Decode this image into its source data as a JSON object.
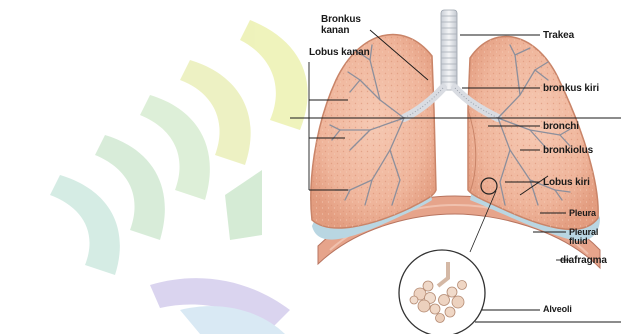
{
  "labels": {
    "bronkus_kanan_line1": "Bronkus",
    "bronkus_kanan_line2": "kanan",
    "lobus_kanan": "Lobus kanan",
    "trakea": "Trakea",
    "bronkus_kiri": "bronkus kiri",
    "bronchi": "bronchi",
    "bronkiolus": "bronkiolus",
    "lobus_kiri": "Lobus kiri",
    "pleura": "Pleura",
    "pleural_fluid_line1": "Pleural",
    "pleural_fluid_line2": "fluid",
    "diafragma": "diafragma",
    "alveoli": "Alveoli"
  },
  "colors": {
    "lung_fill": "#f0b79e",
    "lung_stroke": "#c98468",
    "pleura_fluid": "#b9d6e2",
    "diaphragm": "#e6a48b",
    "trachea": "#e3e6ea",
    "bronchial_tree": "#8c8f9c",
    "watermark_yellow": "#eef2b8",
    "watermark_green": "#dcefd6",
    "watermark_purple": "#d9d2ef",
    "watermark_blue": "#cfe7f1"
  }
}
